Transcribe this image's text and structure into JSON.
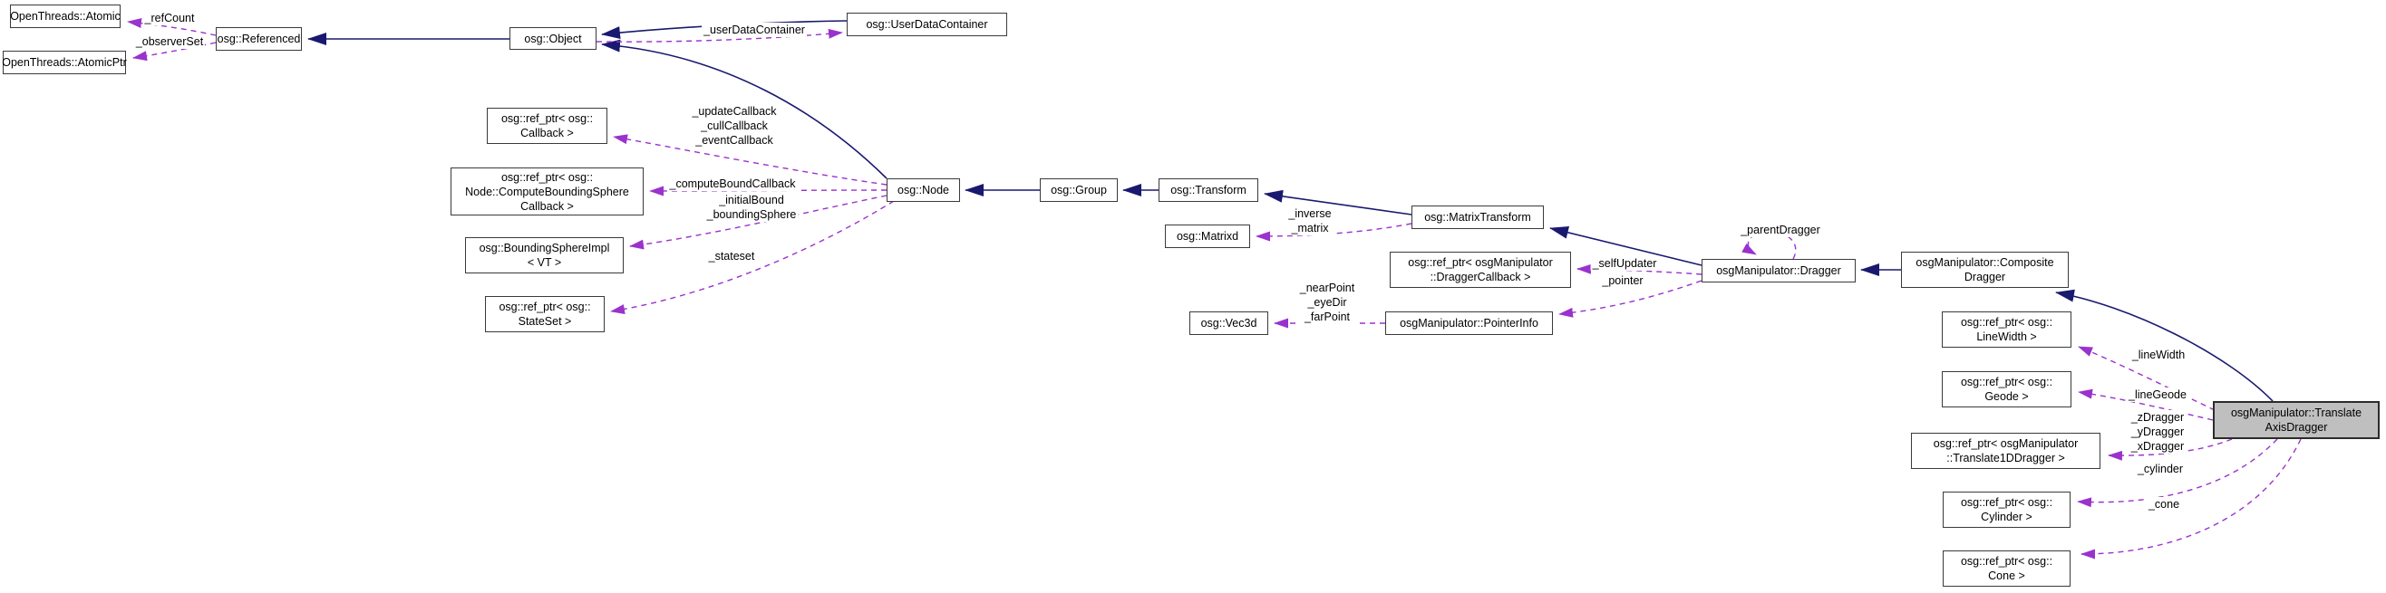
{
  "diagram": {
    "type": "class-collaboration-graph",
    "focus_class": "osgManipulator::TranslateAxisDragger",
    "colors": {
      "inheritance_edge": "#191970",
      "usage_edge": "#9a32cd",
      "node_border": "#3a3a3a",
      "node_fill": "#ffffff",
      "selected_node_fill": "#bfbfbf",
      "background": "#ffffff"
    },
    "nodes": {
      "atomic": {
        "label": "OpenThreads::Atomic"
      },
      "atomic_ptr": {
        "label": "OpenThreads::AtomicPtr"
      },
      "referenced": {
        "label": "osg::Referenced"
      },
      "object": {
        "label": "osg::Object"
      },
      "user_data_container": {
        "label": "osg::UserDataContainer"
      },
      "ref_ptr_callback": {
        "label": "osg::ref_ptr< osg::\nCallback >"
      },
      "ref_ptr_compute_bounding": {
        "label": "osg::ref_ptr< osg::\nNode::ComputeBoundingSphere\nCallback >"
      },
      "bounding_sphere_impl": {
        "label": "osg::BoundingSphereImpl\n< VT >"
      },
      "ref_ptr_stateset": {
        "label": "osg::ref_ptr< osg::\nStateSet >"
      },
      "node": {
        "label": "osg::Node"
      },
      "group": {
        "label": "osg::Group"
      },
      "transform": {
        "label": "osg::Transform"
      },
      "matrixd": {
        "label": "osg::Matrixd"
      },
      "matrix_transform": {
        "label": "osg::MatrixTransform"
      },
      "ref_ptr_dragger_callback": {
        "label": "osg::ref_ptr< osgManipulator\n::DraggerCallback >"
      },
      "vec3d": {
        "label": "osg::Vec3d"
      },
      "pointer_info": {
        "label": "osgManipulator::PointerInfo"
      },
      "dragger": {
        "label": "osgManipulator::Dragger"
      },
      "composite_dragger": {
        "label": "osgManipulator::Composite\nDragger"
      },
      "ref_ptr_line_width": {
        "label": "osg::ref_ptr< osg::\nLineWidth >"
      },
      "ref_ptr_geode": {
        "label": "osg::ref_ptr< osg::\nGeode >"
      },
      "ref_ptr_translate1d": {
        "label": "osg::ref_ptr< osgManipulator\n::Translate1DDragger >"
      },
      "ref_ptr_cylinder": {
        "label": "osg::ref_ptr< osg::\nCylinder >"
      },
      "ref_ptr_cone": {
        "label": "osg::ref_ptr< osg::\nCone >"
      },
      "translate_axis_dragger": {
        "label": "osgManipulator::Translate\nAxisDragger"
      }
    },
    "edge_labels": {
      "ref_count": "_refCount",
      "observer_set": "_observerSet",
      "user_data_container": "_userDataContainer",
      "callbacks": "_updateCallback\n_cullCallback\n_eventCallback",
      "compute_bound_callback": "_computeBoundCallback",
      "bounds": "_initialBound\n_boundingSphere",
      "stateset": "_stateset",
      "matrix": "_inverse\n_matrix",
      "parent_dragger": "_parentDragger",
      "self_updater": "_selfUpdater",
      "pointer": "_pointer",
      "pointer_points": "_nearPoint\n_eyeDir\n_farPoint",
      "line_width": "_lineWidth",
      "line_geode": "_lineGeode",
      "xyz_draggers": "_zDragger\n_yDragger\n_xDragger",
      "cylinder": "_cylinder",
      "cone": "_cone"
    }
  }
}
